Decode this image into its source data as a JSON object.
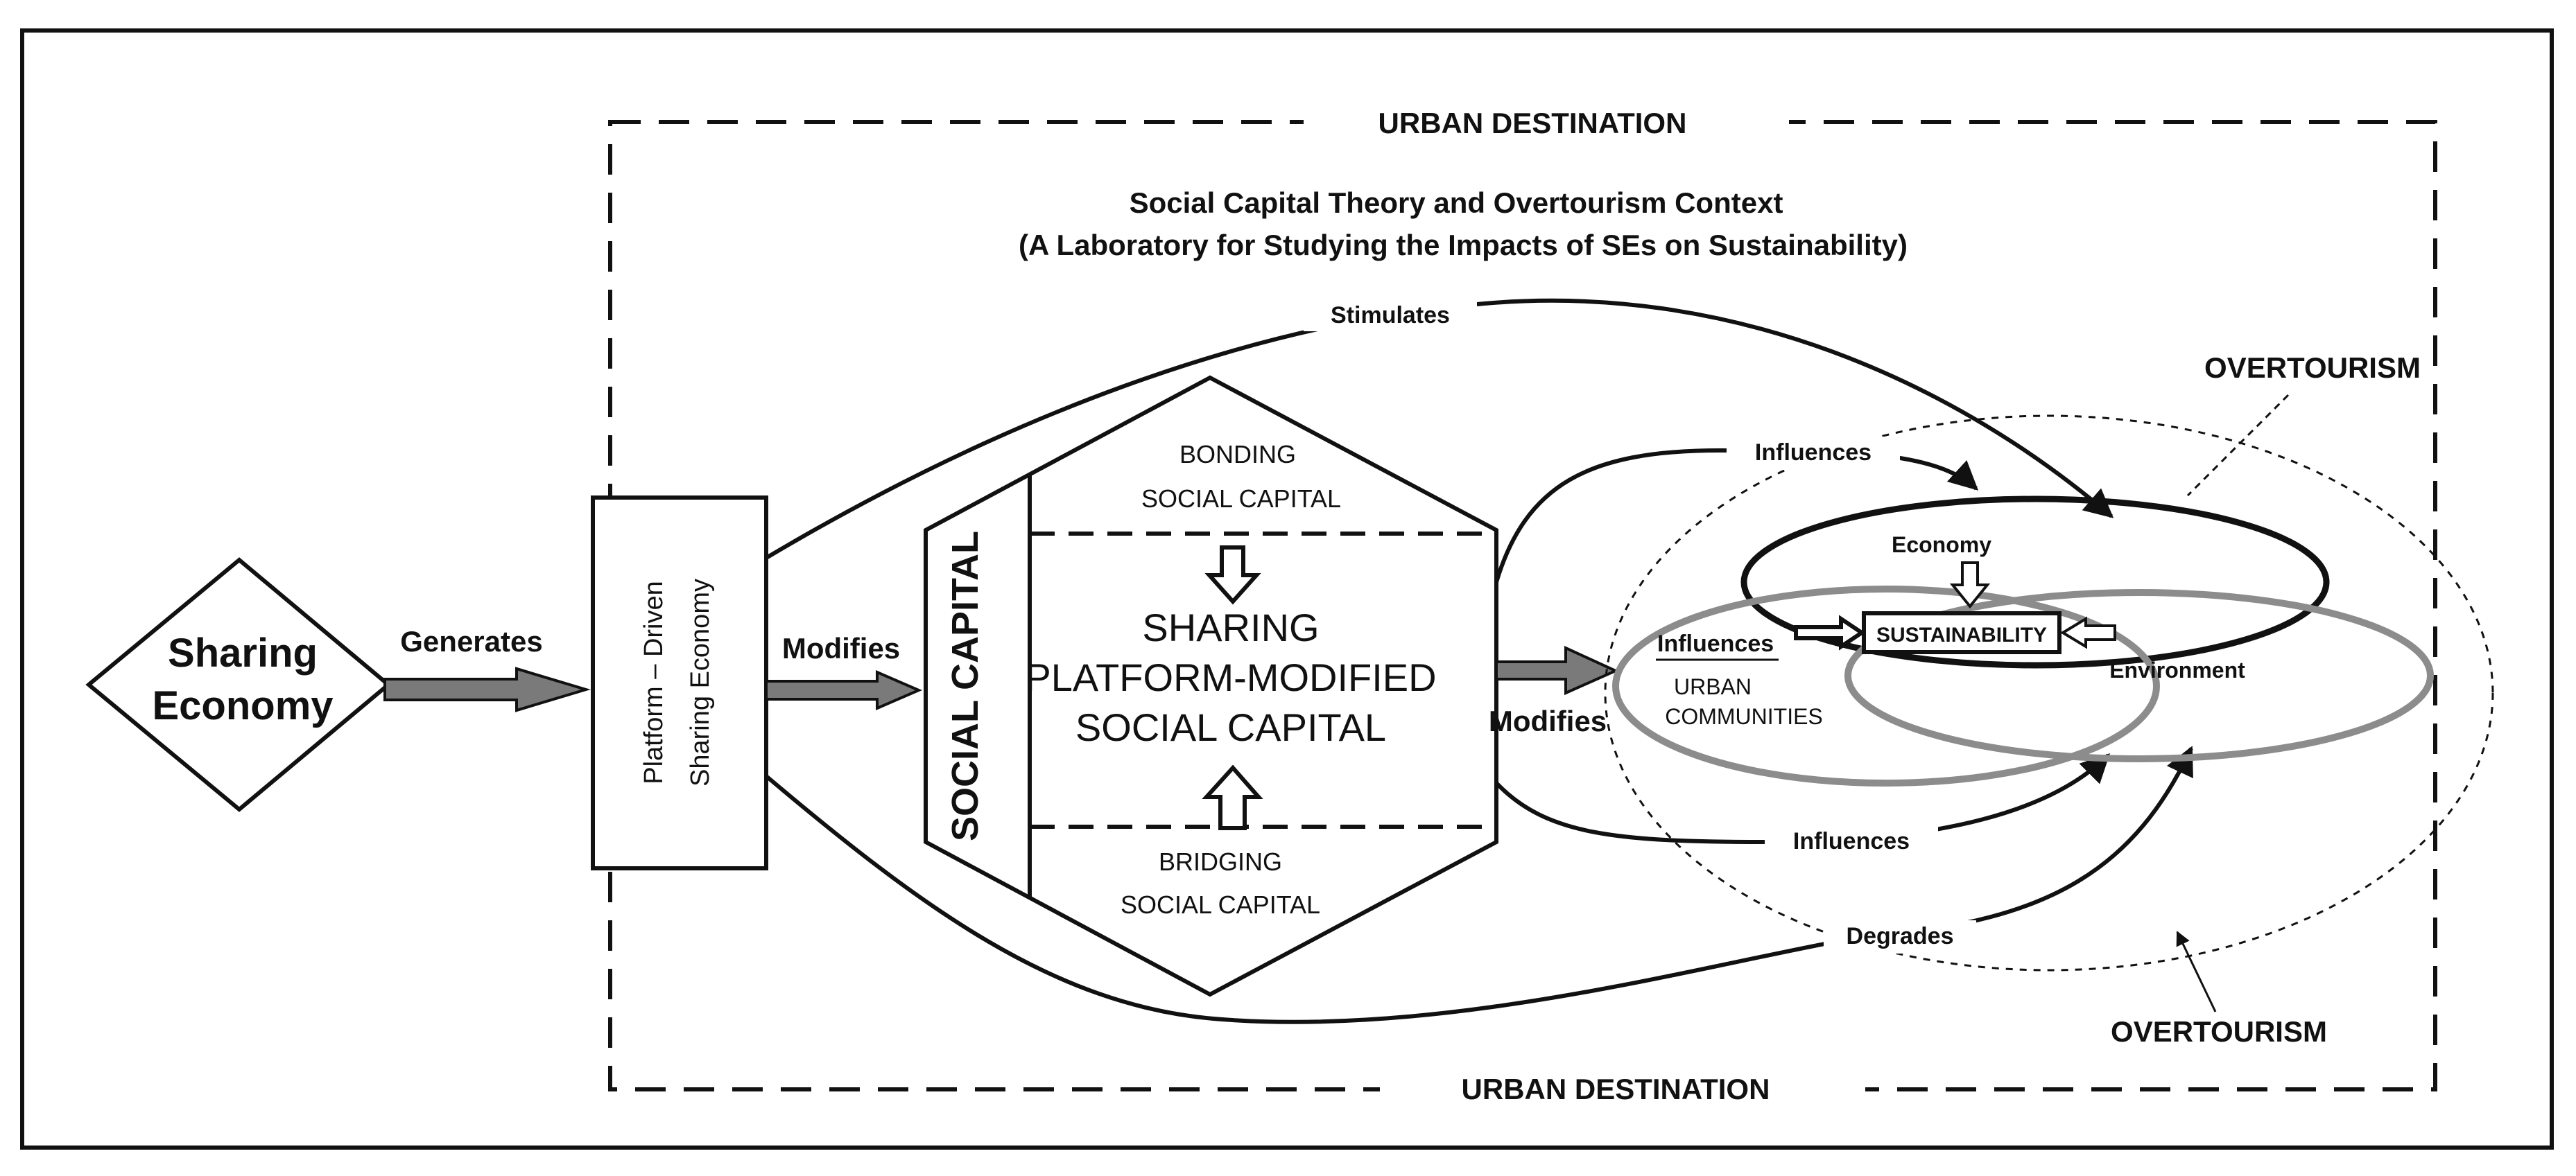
{
  "urban_destination": {
    "top_label": "URBAN DESTINATION",
    "bottom_label": "URBAN DESTINATION"
  },
  "context": {
    "title": "Social Capital Theory and Overtourism Context",
    "subtitle": "(A Laboratory for Studying the Impacts of SEs on Sustainability)"
  },
  "sharing_economy": {
    "line1": "Sharing",
    "line2": "Economy"
  },
  "platform": {
    "line1": "Platform – Driven",
    "line2": "Sharing Economy"
  },
  "social_capital": {
    "side_label": "SOCIAL CAPITAL",
    "bonding_line1": "BONDING",
    "bonding_line2": "SOCIAL CAPITAL",
    "main_line1": "SHARING",
    "main_line2": "PLATFORM-MODIFIED",
    "main_line3": "SOCIAL CAPITAL",
    "bridging_line1": "BRIDGING",
    "bridging_line2": "SOCIAL CAPITAL"
  },
  "relations": {
    "generates": "Generates",
    "modifies_1": "Modifies",
    "modifies_2": "Modifies",
    "stimulates": "Stimulates",
    "influences_top": "Influences",
    "influences_inner": "Influences",
    "influences_bottom": "Influences",
    "degrades": "Degrades"
  },
  "sustainability": {
    "economy": "Economy",
    "environment": "Environment",
    "center": "SUSTAINABILITY",
    "urban_line1": "URBAN",
    "urban_line2": "COMMUNITIES"
  },
  "overtourism": {
    "top_label": "OVERTOURISM",
    "bottom_label": "OVERTOURISM"
  },
  "colors": {
    "ink": "#111111",
    "arrow_fill": "#7a7a7a",
    "ellipse_gray": "#8c8c8c"
  }
}
